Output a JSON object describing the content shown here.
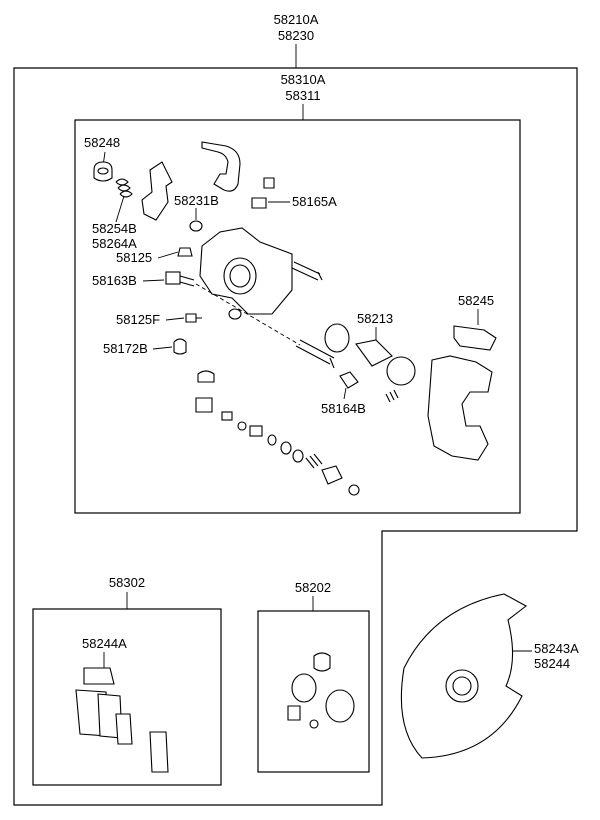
{
  "labels": {
    "assembly_main": "58210A",
    "assembly_main_alt": "58230",
    "caliper_assy": "58310A",
    "caliper_assy_alt": "58311",
    "bleeder_cap": "58248",
    "spring": "58254B",
    "spring_alt": "58264A",
    "washer": "58231B",
    "bushing_top": "58165A",
    "boot_small": "58125",
    "guide_bolt": "58163B",
    "bleeder_screw": "58125F",
    "cap": "58172B",
    "piston": "58213",
    "pin_boot": "58164B",
    "anti_rattle": "58245",
    "pad_kit": "58302",
    "pad_shim": "58244A",
    "seal_kit": "58202",
    "dust_cover": "58243A",
    "dust_cover_alt": "58244"
  }
}
